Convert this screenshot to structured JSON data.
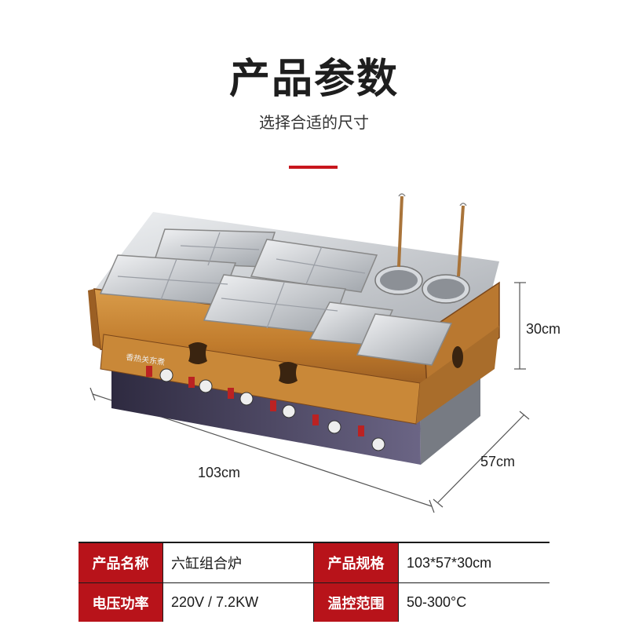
{
  "header": {
    "title": "产品参数",
    "subtitle": "选择合适的尺寸"
  },
  "product": {
    "brand_plate": "香热关东煮"
  },
  "dimensions": {
    "height": "30cm",
    "width": "103cm",
    "depth": "57cm"
  },
  "specs": [
    {
      "key": "产品名称",
      "value": "六缸组合炉"
    },
    {
      "key": "产品规格",
      "value": "103*57*30cm"
    },
    {
      "key": "电压功率",
      "value": "220V / 7.2KW"
    },
    {
      "key": "温控范围",
      "value": "50-300°C"
    }
  ],
  "colors": {
    "accent": "#c8161d",
    "table_key_bg": "#b8131a",
    "wood": "#c78a3a",
    "steel": "#c9ccd0",
    "control_panel": "#3a3650"
  }
}
